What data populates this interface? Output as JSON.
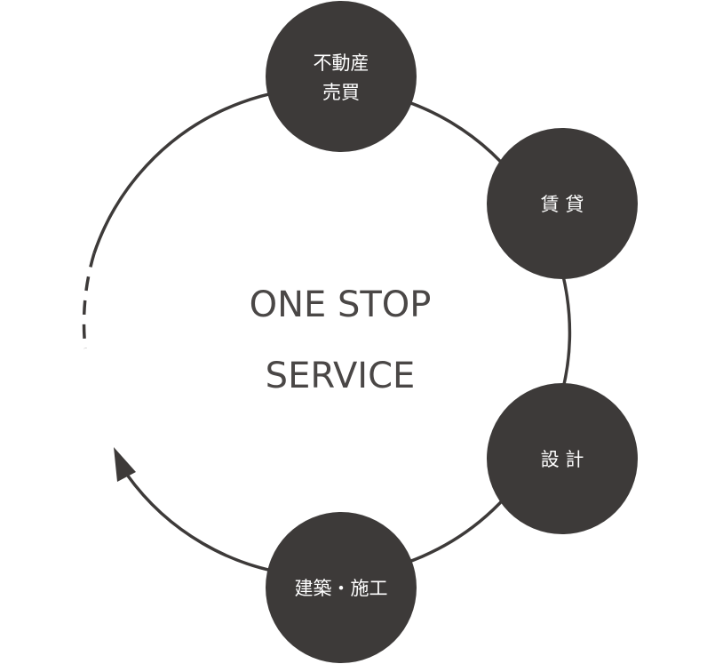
{
  "center_text": {
    "line1": "ONE STOP",
    "line2": "SERVICE"
  },
  "nodes": [
    {
      "line1": "不動産",
      "line2": "売買"
    },
    {
      "line1": "賃 貸"
    },
    {
      "line1": "設 計"
    },
    {
      "line1": "建築・施工"
    }
  ],
  "colors": {
    "node_fill": "#3d3a39",
    "node_text": "#ffffff",
    "center_text": "#4a4746",
    "line": "#3d3a39"
  }
}
